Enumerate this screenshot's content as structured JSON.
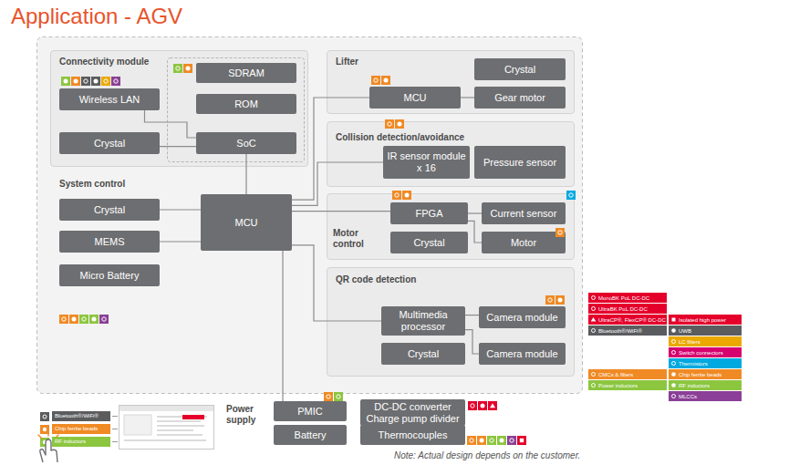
{
  "diagram": {
    "title": "Application - AGV",
    "nodes": [
      {
        "text": [
          "Connectivity module"
        ]
      },
      {
        "text": [
          "Wireless LAN"
        ],
        "in": 0
      },
      {
        "text": [
          "SDRAM"
        ],
        "in": 0
      },
      {
        "text": [
          "ROM"
        ],
        "in": 0
      },
      {
        "text": [
          "Crystal"
        ],
        "in": 0
      },
      {
        "text": [
          "SoC"
        ],
        "in": 0
      },
      {
        "text": [
          "Crystal"
        ]
      },
      {
        "text": [
          "MCU"
        ]
      },
      {
        "text": [
          "MEMS"
        ]
      },
      {
        "text": [
          "Micro Battery"
        ]
      },
      {
        "text": [
          "Lifter"
        ]
      },
      {
        "text": [
          "Crystal"
        ],
        "in": 10
      },
      {
        "text": [
          "MCU"
        ],
        "in": 10
      },
      {
        "text": [
          "Gear motor"
        ],
        "in": 10
      },
      {
        "text": [
          "Collision detection/avoidance"
        ]
      },
      {
        "text": [
          "IR sensor module x 16"
        ],
        "in": 14
      },
      {
        "text": [
          "Pressure sensor"
        ],
        "in": 14
      },
      {
        "text": [
          "Motor control"
        ]
      },
      {
        "text": [
          "FPGA"
        ],
        "in": 17
      },
      {
        "text": [
          "Current sensor"
        ],
        "in": 17
      },
      {
        "text": [
          "Crystal"
        ],
        "in": 17
      },
      {
        "text": [
          "Motor"
        ],
        "in": 17
      },
      {
        "text": [
          "QR code detection"
        ]
      },
      {
        "text": [
          "Multimedia processor"
        ],
        "in": 22
      },
      {
        "text": [
          "Camera module"
        ],
        "in": 22
      },
      {
        "text": [
          "Crystal"
        ],
        "in": 22
      },
      {
        "text": [
          "Camera module"
        ],
        "in": 22
      },
      {
        "text": [
          "Power supply"
        ]
      },
      {
        "text": [
          "PMIC"
        ],
        "in": 27
      },
      {
        "text": [
          "DC-DC converter Charge pump divider"
        ],
        "in": 27
      },
      {
        "text": [
          "Battery"
        ],
        "in": 27
      },
      {
        "text": [
          "Thermocouples"
        ],
        "in": 27
      }
    ],
    "edges": [
      {
        "from": 1,
        "to": 5,
        "arrow": "none"
      },
      {
        "from": 4,
        "to": 5,
        "arrow": "none"
      },
      {
        "from": 5,
        "to": 7,
        "arrow": "none"
      },
      {
        "from": 6,
        "to": 7,
        "arrow": "none"
      },
      {
        "from": 8,
        "to": 7,
        "arrow": "none"
      },
      {
        "from": 7,
        "to": 12,
        "arrow": "none"
      },
      {
        "from": 7,
        "to": 15,
        "arrow": "none"
      },
      {
        "from": 7,
        "to": 18,
        "arrow": "none"
      },
      {
        "from": 7,
        "to": 23,
        "arrow": "none"
      },
      {
        "from": 7,
        "to": 28,
        "arrow": "none"
      },
      {
        "from": 12,
        "to": 13,
        "arrow": "none"
      },
      {
        "from": 18,
        "to": 19,
        "arrow": "none"
      },
      {
        "from": 18,
        "to": 21,
        "arrow": "none"
      },
      {
        "from": 23,
        "to": 24,
        "arrow": "none"
      },
      {
        "from": 23,
        "to": 26,
        "arrow": "none"
      }
    ],
    "labels": [
      "System control",
      "Bluetooth®/WiFi®",
      "Chip ferrite beads",
      "RF inductors",
      "Note: Actual design depends on the customer."
    ],
    "legend": [
      {
        "text": "MonoBK PoL DC-DC",
        "color": "#e4002b"
      },
      {
        "text": "UltraBK PoL DC-DC",
        "color": "#e4002b"
      },
      {
        "text": "UltraCP®, FlexCP® DC-DC",
        "color": "#e4002b"
      },
      {
        "text": "Isolated high power",
        "color": "#e4002b"
      },
      {
        "text": "Bluetooth®/WiFi®",
        "color": "#5b5c5e"
      },
      {
        "text": "UWB",
        "color": "#5b5c5e"
      },
      {
        "text": "LC filters",
        "color": "#eba900"
      },
      {
        "text": "Switch connectors",
        "color": "#d6006e"
      },
      {
        "text": "Thermistors",
        "color": "#00a9e0"
      },
      {
        "text": "CMCs & filters",
        "color": "#f08a24"
      },
      {
        "text": "Chip ferrite beads",
        "color": "#f08a24"
      },
      {
        "text": "Power inductors",
        "color": "#8cc63f"
      },
      {
        "text": "RF inductors",
        "color": "#8cc63f"
      },
      {
        "text": "MLCCs",
        "color": "#8b3f97"
      }
    ]
  }
}
